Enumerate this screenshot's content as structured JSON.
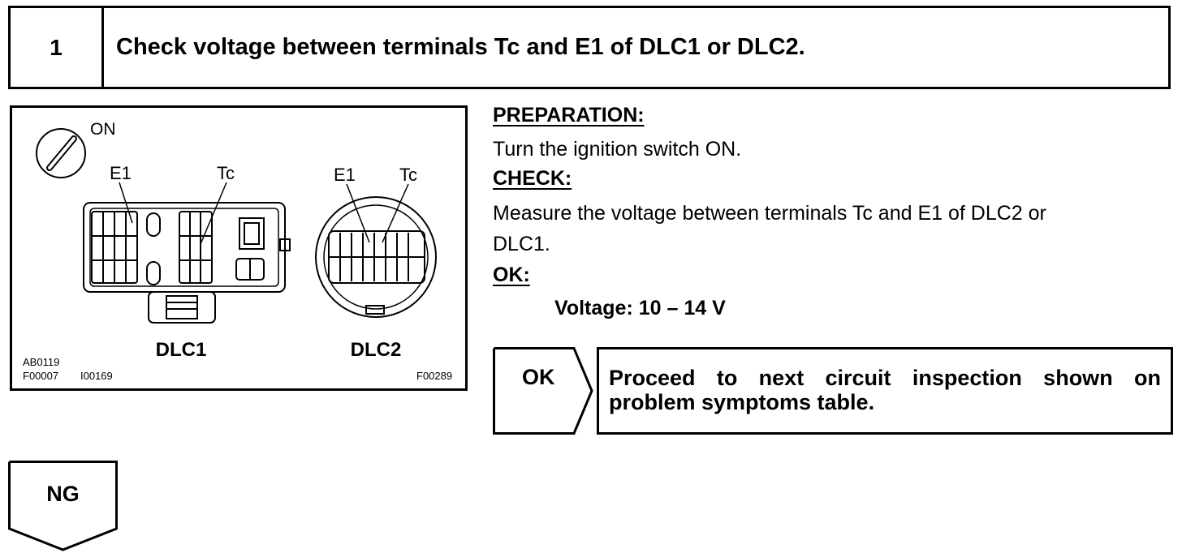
{
  "step": {
    "number": "1",
    "title": "Check voltage between terminals Tc and E1 of DLC1 or DLC2."
  },
  "figure": {
    "switch_label": "ON",
    "dlc1": {
      "e1_label": "E1",
      "tc_label": "Tc",
      "name": "DLC1"
    },
    "dlc2": {
      "e1_label": "E1",
      "tc_label": "Tc",
      "name": "DLC2"
    },
    "codes": {
      "code1": "AB0119",
      "code2": "F00007",
      "code3": "I00169",
      "code4": "F00289"
    }
  },
  "preparation": {
    "label": "PREPARATION:",
    "text": "Turn the ignition switch ON."
  },
  "check": {
    "label": "CHECK:",
    "line1": "Measure the voltage between terminals Tc and E1 of DLC2 or",
    "line2": "DLC1."
  },
  "ok": {
    "label": "OK:",
    "spec": "Voltage: 10 – 14 V"
  },
  "ok_branch": {
    "tag": "OK",
    "action": "Proceed to next circuit inspection shown on problem symptoms table."
  },
  "ng_branch": {
    "tag": "NG"
  }
}
